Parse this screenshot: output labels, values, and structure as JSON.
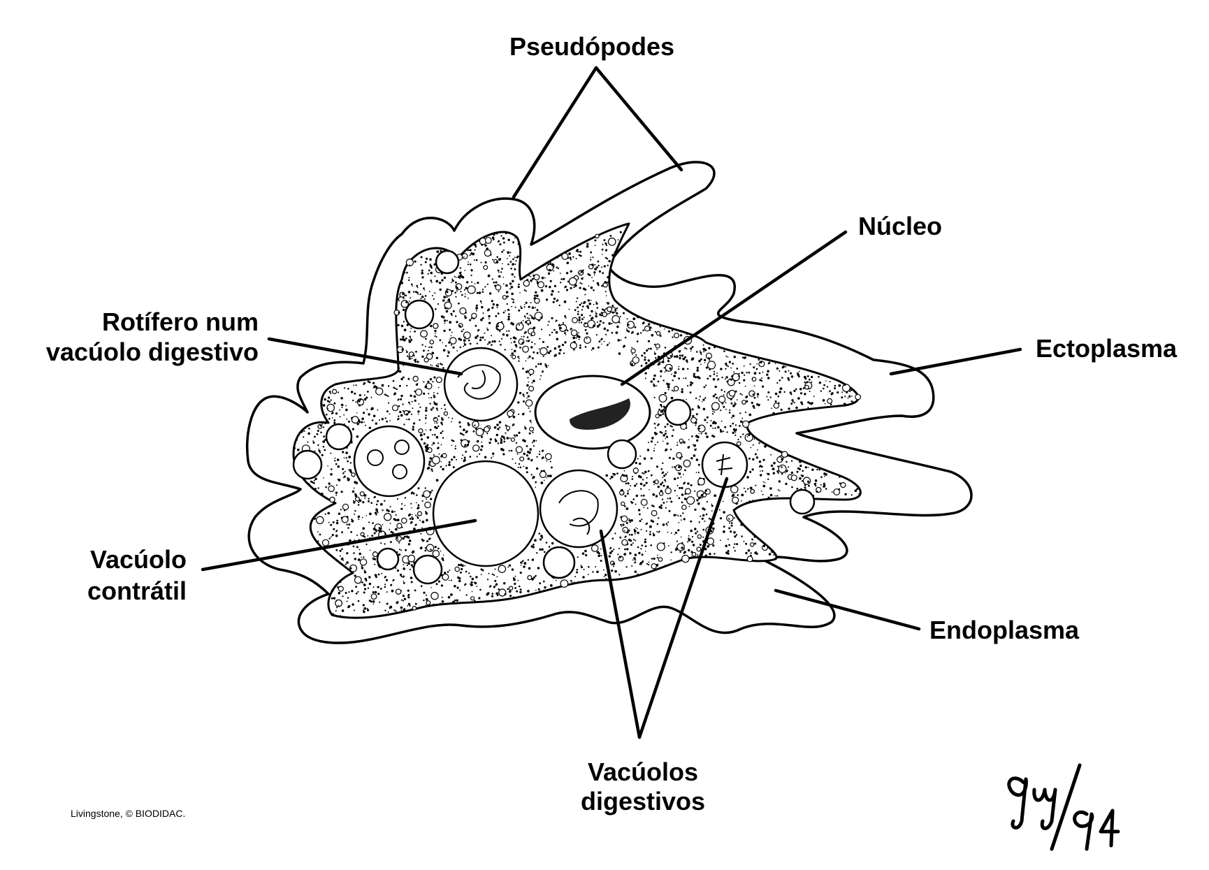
{
  "labels": {
    "pseudopodes": "Pseudópodes",
    "nucleo": "Núcleo",
    "rotifero_line1": "Rotífero num",
    "rotifero_line2": "vacúolo digestivo",
    "ectoplasma": "Ectoplasma",
    "vacuolo_contratil_line1": "Vacúolo",
    "vacuolo_contratil_line2": "contrátil",
    "endoplasma": "Endoplasma",
    "vacuolos_digestivos_line1": "Vacúolos",
    "vacuolos_digestivos_line2": "digestivos"
  },
  "credit": "Livingstone, © BIODIDAC.",
  "signature": "Guy/94",
  "colors": {
    "ink": "#000000",
    "background": "#ffffff"
  }
}
